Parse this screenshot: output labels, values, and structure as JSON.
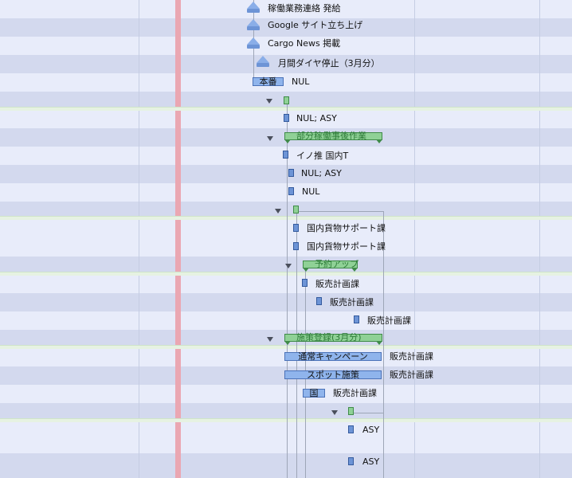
{
  "colors": {
    "row_odd": "#e8ecfa",
    "row_even": "#d3d9ee",
    "today_marker": "#eaa7b2",
    "task_bar": "#8fb4ec",
    "summary_bar": "#8fd196",
    "milestone": "#8aaee8"
  },
  "milestones": [
    {
      "label": "稼働業務連絡 発給"
    },
    {
      "label": "Google サイト立ち上げ"
    },
    {
      "label": "Cargo News 掲載"
    },
    {
      "label": "月間ダイヤ停止（3月分）"
    }
  ],
  "tasks": {
    "honban": {
      "bar_text": "本番",
      "resource": "NUL"
    },
    "nul_asy_1": {
      "resource": "NUL; ASY"
    },
    "bubun": {
      "bar_text": "部分稼働事後作業"
    },
    "inosui": {
      "resource": "イノ推 国内T"
    },
    "nul_asy_2": {
      "resource": "NUL; ASY"
    },
    "nul_1": {
      "resource": "NUL"
    },
    "kokunai_1": {
      "resource": "国内貨物サポート課"
    },
    "kokunai_2": {
      "resource": "国内貨物サポート課"
    },
    "yoyaku": {
      "bar_text": "予約アップ"
    },
    "hanbai_1": {
      "resource": "販売計画課"
    },
    "hanbai_2": {
      "resource": "販売計画課"
    },
    "hanbai_3": {
      "resource": "販売計画課"
    },
    "shisaku": {
      "bar_text": "施策登録(3月分)"
    },
    "tsujo": {
      "bar_text": "通常キャンペーン",
      "resource": "販売計画課"
    },
    "spot": {
      "bar_text": "スポット施策",
      "resource": "販売計画課"
    },
    "kuni": {
      "bar_text": "国",
      "resource": "販売計画課"
    },
    "asy_1": {
      "resource": "ASY"
    },
    "asy_2": {
      "resource": "ASY"
    }
  }
}
